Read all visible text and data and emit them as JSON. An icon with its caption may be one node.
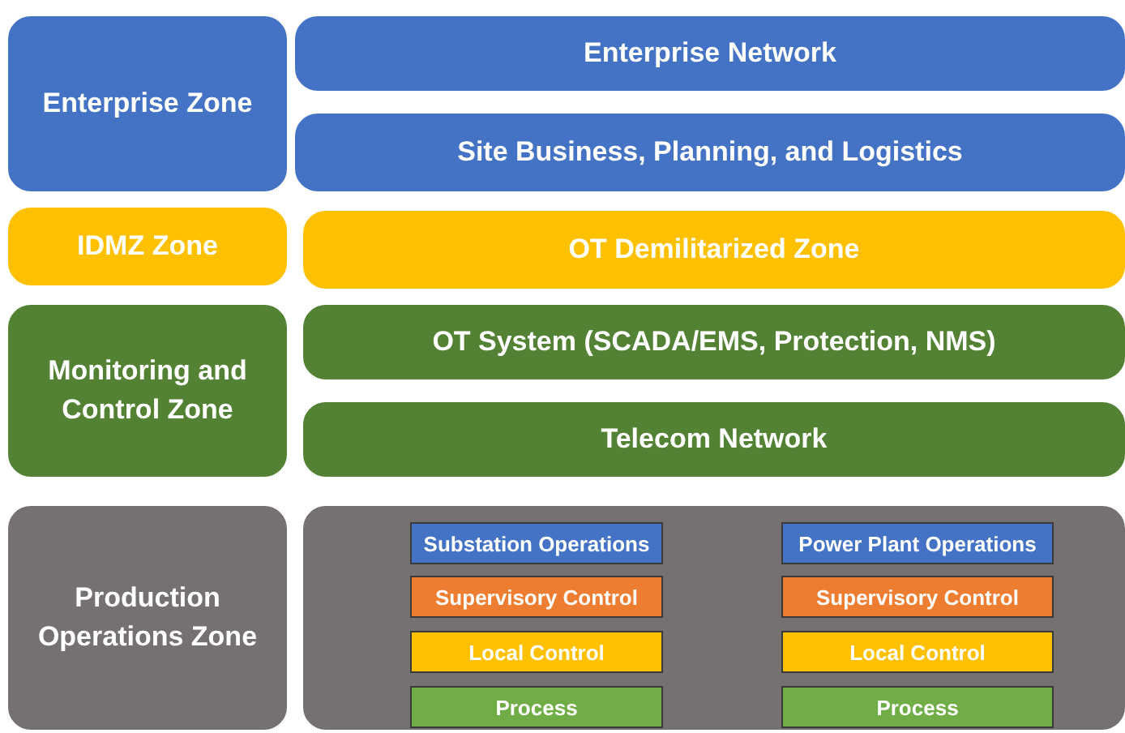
{
  "diagram": {
    "nodes": [
      {
        "text": [
          "Enterprise Zone"
        ]
      },
      {
        "text": [
          "Enterprise Network"
        ]
      },
      {
        "text": [
          "Site Business, Planning, and Logistics"
        ]
      },
      {
        "text": [
          "IDMZ Zone"
        ]
      },
      {
        "text": [
          "OT Demilitarized Zone"
        ]
      },
      {
        "text": [
          "Monitoring and Control Zone"
        ]
      },
      {
        "text": [
          "OT System (SCADA/EMS, Protection, NMS)"
        ]
      },
      {
        "text": [
          "Telecom Network"
        ]
      },
      {
        "text": [
          "Production Operations Zone"
        ]
      },
      {
        "text": [],
        "shape": "box"
      },
      {
        "text": [
          "Substation Operations"
        ],
        "in": 9
      },
      {
        "text": [
          "Supervisory Control"
        ],
        "in": 9
      },
      {
        "text": [
          "Local Control"
        ],
        "in": 9
      },
      {
        "text": [
          "Process"
        ],
        "in": 9
      },
      {
        "text": [
          "Power Plant Operations"
        ],
        "in": 9
      },
      {
        "text": [
          "Supervisory Control"
        ],
        "in": 9
      },
      {
        "text": [
          "Local Control"
        ],
        "in": 9
      },
      {
        "text": [
          "Process"
        ],
        "in": 9
      }
    ],
    "edges": []
  }
}
